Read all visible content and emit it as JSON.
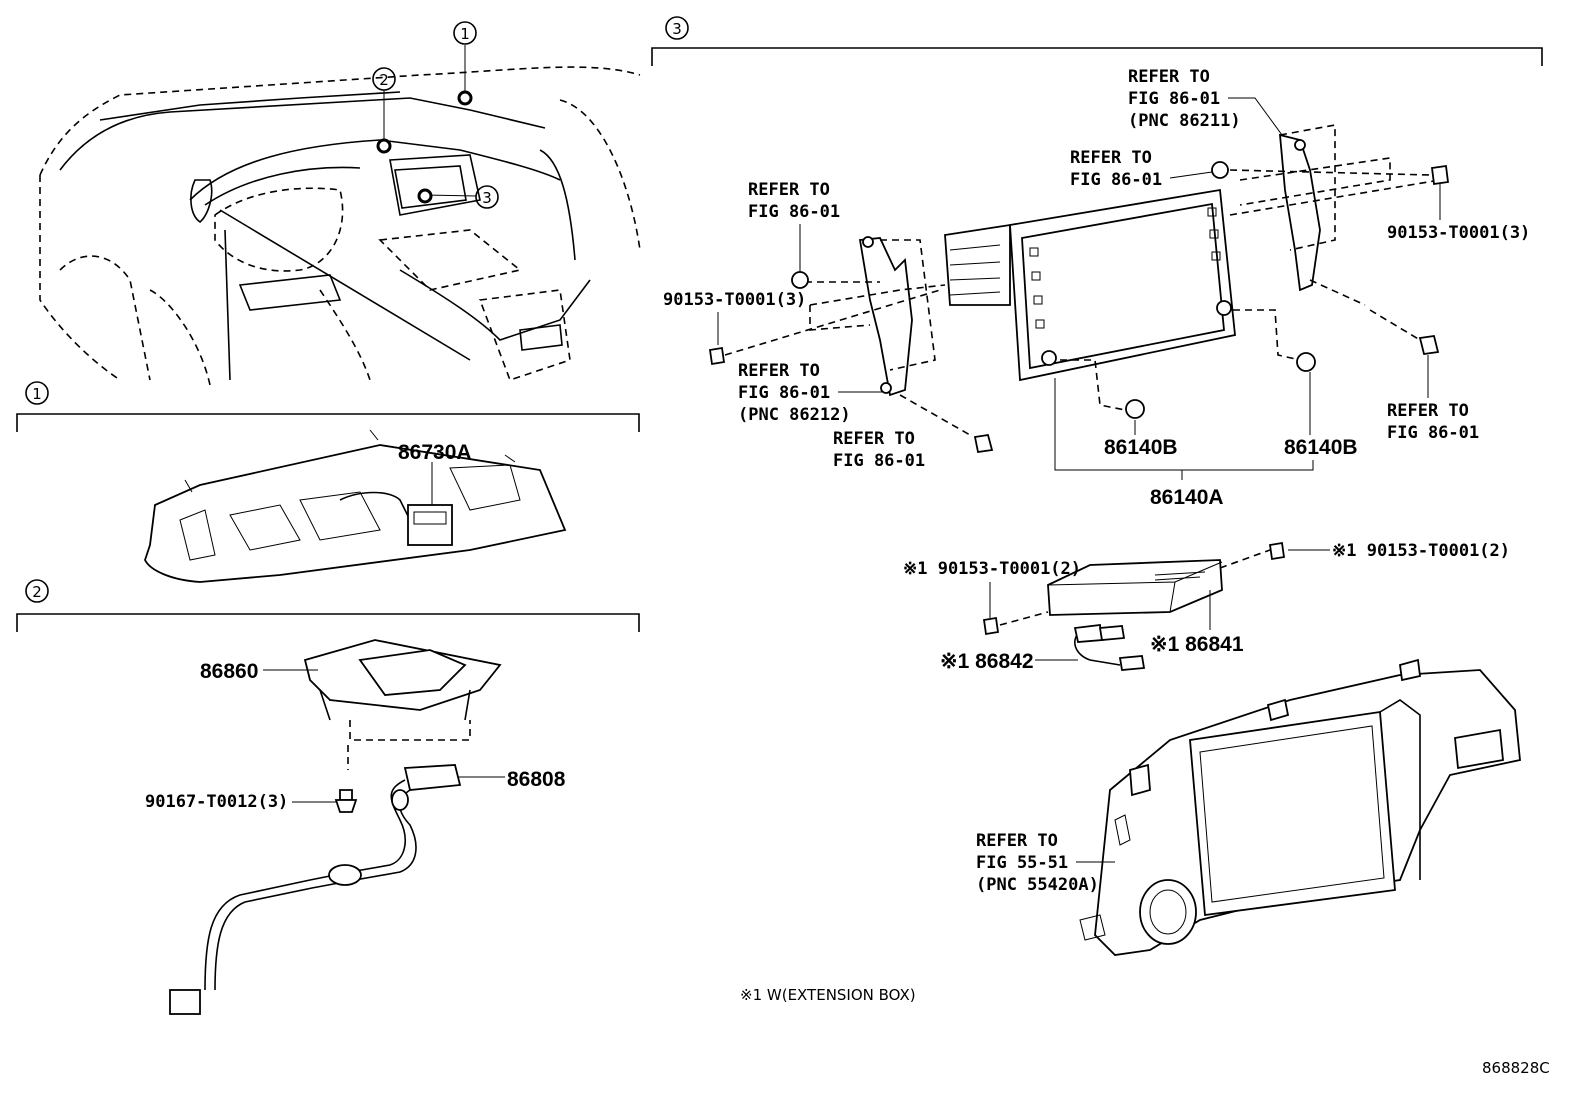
{
  "sections": {
    "s1": "1",
    "s2": "2",
    "s3": "3"
  },
  "labels": {
    "p86730A": "86730A",
    "p86860": "86860",
    "p90167": "90167-T0012(3)",
    "p86808": "86808",
    "refer_tl_1": "REFER TO",
    "refer_tl_2": "FIG 86-01",
    "p90153_left": "90153-T0001(3)",
    "refer_ml_1": "REFER TO",
    "refer_ml_2": "FIG 86-01",
    "refer_ml_3": "(PNC 86212)",
    "refer_bl_1": "REFER TO",
    "refer_bl_2": "FIG 86-01",
    "refer_tc_1": "REFER TO",
    "refer_tc_2": "FIG 86-01",
    "refer_tr_1": "REFER TO",
    "refer_tr_2": "FIG 86-01",
    "refer_tr_3": "(PNC 86211)",
    "p90153_right": "90153-T0001(3)",
    "refer_r_1": "REFER TO",
    "refer_r_2": "FIG 86-01",
    "p86140B_a": "86140B",
    "p86140B_b": "86140B",
    "p86140A": "86140A",
    "p90153_ext_left": "※1 90153-T0001(2)",
    "p90153_ext_right": "※1 90153-T0001(2)",
    "p86841": "※1 86841",
    "p86842": "※1 86842",
    "refer_bezel_1": "REFER TO",
    "refer_bezel_2": "FIG 55-51",
    "refer_bezel_3": "(PNC 55420A)"
  },
  "footnote": "※1 W(EXTENSION BOX)",
  "drawing_id": "868828C"
}
